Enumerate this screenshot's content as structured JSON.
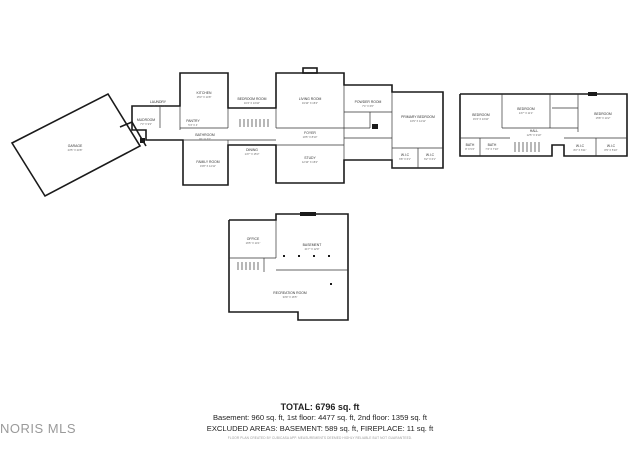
{
  "rooms": {
    "garage": {
      "name": "GARAGE",
      "dim": "23'5\" X 24'8\""
    },
    "laundry": {
      "name": "LAUNDRY",
      "dim": "10'6\" X 7'10\""
    },
    "kitchen": {
      "name": "KITCHEN",
      "dim": "15'3\" X 14'8\""
    },
    "mudroom": {
      "name": "MUDROOM",
      "dim": "7'3\" X 9'3\""
    },
    "pantry": {
      "name": "PANTRY",
      "dim": "5'4\" X 4'"
    },
    "bathroom": {
      "name": "BATHROOM",
      "dim": "9'1\" X 7'2\""
    },
    "bedroom1": {
      "name": "BEDROOM ROOM",
      "dim": "16'4\" X 13'10\""
    },
    "dining": {
      "name": "DINING",
      "dim": "14'7\" X 15'3\""
    },
    "family": {
      "name": "FAMILY ROOM",
      "dim": "15'8\" X 14'11\""
    },
    "foyer": {
      "name": "FOYER",
      "dim": "19'5\" X 8'10\""
    },
    "living": {
      "name": "LIVING ROOM",
      "dim": "19'10\" X 15'4\""
    },
    "powder": {
      "name": "POWDER ROOM",
      "dim": "7'4\" X 6'6\""
    },
    "primary": {
      "name": "PRIMARY BEDROOM",
      "dim": "16'9\" X 14'11\""
    },
    "study": {
      "name": "STUDY",
      "dim": "12'10\" X 15'2\""
    },
    "wic1": {
      "name": "W.I.C",
      "dim": "6'8\" X 6'1\""
    },
    "wic2": {
      "name": "W.I.C",
      "dim": "6'2\" X 6'1\""
    },
    "bedroom2": {
      "name": "BEDROOM",
      "dim": "15'4\" X 13'10\""
    },
    "bedroom3": {
      "name": "BEDROOM",
      "dim": "14'7\" X 11'1\""
    },
    "bedroom4": {
      "name": "BEDROOM",
      "dim": "15'8\" X 14'2\""
    },
    "hall2": {
      "name": "HALL",
      "dim": "12'5\" X 3'10\""
    },
    "bath2a": {
      "name": "BATH",
      "dim": "8' X 5'4\""
    },
    "bath2b": {
      "name": "BATH",
      "dim": "7'4\" X 7'10\""
    },
    "wic3": {
      "name": "W.I.C",
      "dim": "8'2\" X 6'11\""
    },
    "wic4": {
      "name": "W.I.C",
      "dim": "8'9\" X 5'10\""
    },
    "office": {
      "name": "OFFICE",
      "dim": "16'5\" X 14'1\""
    },
    "basement": {
      "name": "BASEMENT",
      "dim": "21'7\" X 12'9\""
    },
    "rec": {
      "name": "RECREATION ROOM",
      "dim": "33'9\" X 16'5\""
    }
  },
  "summary": {
    "total_label": "TOTAL: 6796 sq. ft",
    "breakdown": "Basement: 960 sq. ft, 1st floor: 4477 sq. ft, 2nd floor: 1359 sq. ft",
    "excluded": "EXCLUDED AREAS: BASEMENT: 589 sq. ft, FIREPLACE: 11 sq. ft",
    "disclaimer": "FLOOR PLAN CREATED BY CUBICASA APP. MEASUREMENTS DEEMED HIGHLY RELIABLE BUT NOT GUARANTEED."
  },
  "watermark": "NORIS MLS"
}
